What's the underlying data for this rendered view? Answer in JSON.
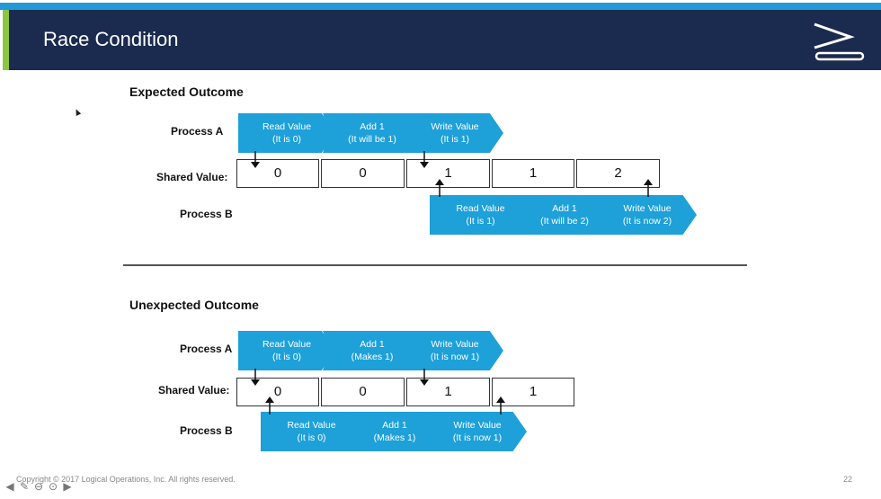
{
  "slide": {
    "title": "Race Condition",
    "footer": "Copyright © 2017 Logical Operations, Inc. All rights reserved.",
    "page_number": "22"
  },
  "expected": {
    "heading": "Expected Outcome",
    "process_a_label": "Process A",
    "shared_label": "Shared Value:",
    "process_b_label": "Process B",
    "process_a_steps": [
      {
        "line1": "Read Value",
        "line2": "(It is 0)"
      },
      {
        "line1": "Add 1",
        "line2": "(It will be 1)"
      },
      {
        "line1": "Write Value",
        "line2": "(It is 1)"
      }
    ],
    "shared_values": [
      "0",
      "0",
      "1",
      "1",
      "2"
    ],
    "process_b_steps": [
      {
        "line1": "Read Value",
        "line2": "(It is 1)"
      },
      {
        "line1": "Add 1",
        "line2": "(It will be 2)"
      },
      {
        "line1": "Write Value",
        "line2": "(It is now 2)"
      }
    ]
  },
  "unexpected": {
    "heading": "Unexpected Outcome",
    "process_a_label": "Process A",
    "shared_label": "Shared Value:",
    "process_b_label": "Process B",
    "process_a_steps": [
      {
        "line1": "Read Value",
        "line2": "(It is 0)"
      },
      {
        "line1": "Add 1",
        "line2": "(Makes 1)"
      },
      {
        "line1": "Write Value",
        "line2": "(It is now 1)"
      }
    ],
    "shared_values": [
      "0",
      "0",
      "1",
      "1"
    ],
    "process_b_steps": [
      {
        "line1": "Read Value",
        "line2": "(It is 0)"
      },
      {
        "line1": "Add 1",
        "line2": "(Makes 1)"
      },
      {
        "line1": "Write Value",
        "line2": "(It is now 1)"
      }
    ]
  },
  "colors": {
    "header_bg": "#1b2b4f",
    "accent_blue": "#1ea0d9",
    "accent_green": "#8dc63f"
  }
}
